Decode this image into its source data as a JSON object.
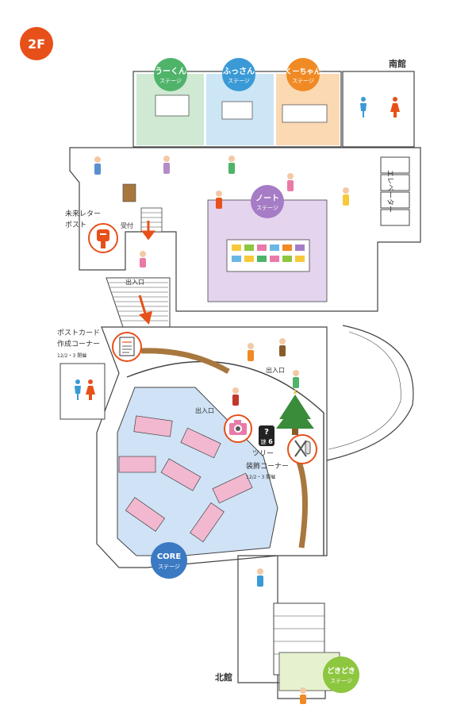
{
  "floor": "2F",
  "buildings": {
    "south": "南館",
    "north": "北館"
  },
  "stages": [
    {
      "name": "うーくん",
      "sub": "ステージ",
      "color": "#4fb36a"
    },
    {
      "name": "ふっさん",
      "sub": "ステージ",
      "color": "#3a9ad6"
    },
    {
      "name": "くーちゃん",
      "sub": "ステージ",
      "color": "#f08a24"
    },
    {
      "name": "ノート",
      "sub": "ステージ",
      "color": "#a57cc5"
    },
    {
      "name": "CORE",
      "sub": "ステージ",
      "color": "#3b7ac3"
    },
    {
      "name": "どきどき",
      "sub": "ステージ",
      "color": "#8dc63f"
    }
  ],
  "labels": {
    "elevator": "エレベーター",
    "letter_post_1": "未来レター",
    "letter_post_2": "ポスト",
    "reception": "受付",
    "entrance_1": "出入口",
    "entrance_2": "出入口",
    "entrance_3": "出入口",
    "postcard_1": "ポストカード",
    "postcard_2": "作成コーナー",
    "postcard_date": "12/2・3 開催",
    "tree_1": "ツリー",
    "tree_2": "装飾コーナー",
    "tree_date": "12/2・3 開催",
    "mystery_1": "謎",
    "mystery_2": "6"
  },
  "icons": [
    "mailbox-icon",
    "document-icon",
    "camera-icon",
    "scissors-icon",
    "question-icon",
    "christmas-tree-icon",
    "toilet-icon"
  ],
  "colors": {
    "floor_badge": "#e8501a",
    "arrow": "#e8501a",
    "core_floor": "#cfe2f6",
    "mat": "#f2b8cf",
    "nought_floor": "#e4d4ee"
  }
}
